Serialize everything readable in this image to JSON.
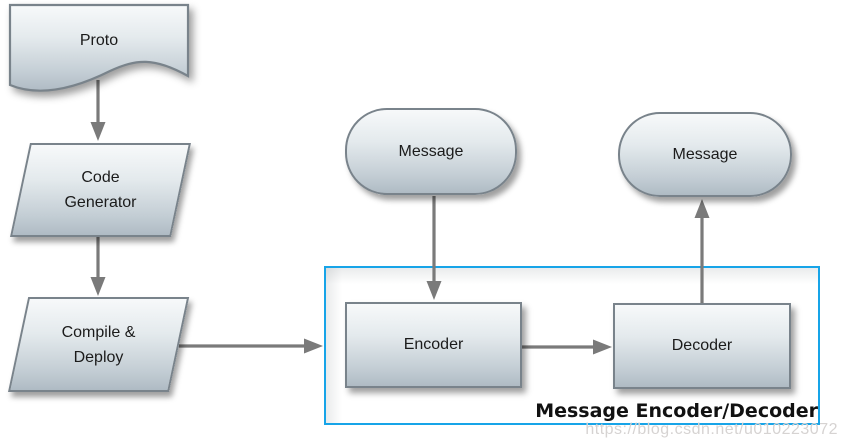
{
  "frame": {
    "label": "Message Encoder/Decoder"
  },
  "watermark": {
    "text": "https://blog.csdn.net/u010223072"
  },
  "nodes": {
    "proto": {
      "label": "Proto",
      "shape": "document"
    },
    "code_generator": {
      "line1": "Code",
      "line2": "Generator",
      "shape": "parallelogram"
    },
    "compile_deploy": {
      "line1": "Compile &",
      "line2": "Deploy",
      "shape": "parallelogram"
    },
    "message_in": {
      "label": "Message",
      "shape": "stadium"
    },
    "message_out": {
      "label": "Message",
      "shape": "stadium"
    },
    "encoder": {
      "label": "Encoder",
      "shape": "rectangle"
    },
    "decoder": {
      "label": "Decoder",
      "shape": "rectangle"
    }
  },
  "edges": [
    {
      "from": "proto",
      "to": "code_generator",
      "direction": "down"
    },
    {
      "from": "code_generator",
      "to": "compile_deploy",
      "direction": "down"
    },
    {
      "from": "compile_deploy",
      "to": "message_encoder_decoder_frame",
      "direction": "right"
    },
    {
      "from": "message_in",
      "to": "encoder",
      "direction": "down"
    },
    {
      "from": "encoder",
      "to": "decoder",
      "direction": "right"
    },
    {
      "from": "decoder",
      "to": "message_out",
      "direction": "up"
    }
  ],
  "colors": {
    "frame_border": "#17a4e8",
    "arrow": "#7a7a7a",
    "node_border": "#79838b",
    "node_gradient_top": "#f7f9fa",
    "node_gradient_bottom": "#afbbc4",
    "text": "#1b1b1b",
    "watermark": "#d6d3d2",
    "background": "#ffffff"
  }
}
